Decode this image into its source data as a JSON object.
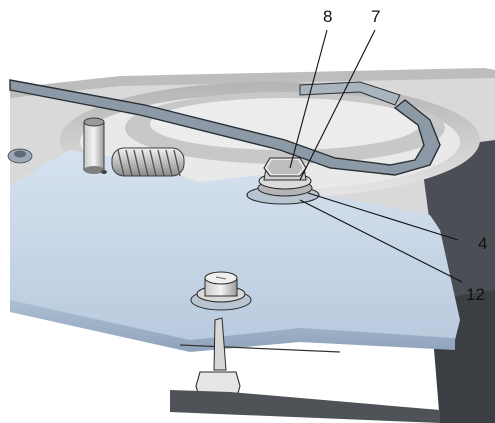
{
  "callouts": {
    "c8": "8",
    "c7": "7",
    "c4": "4",
    "c12": "12"
  },
  "colors": {
    "plate_top": "#c8d6e6",
    "plate_edge": "#9fb3c9",
    "background": "#ffffff",
    "metal_dark": "#6e7a86"
  }
}
